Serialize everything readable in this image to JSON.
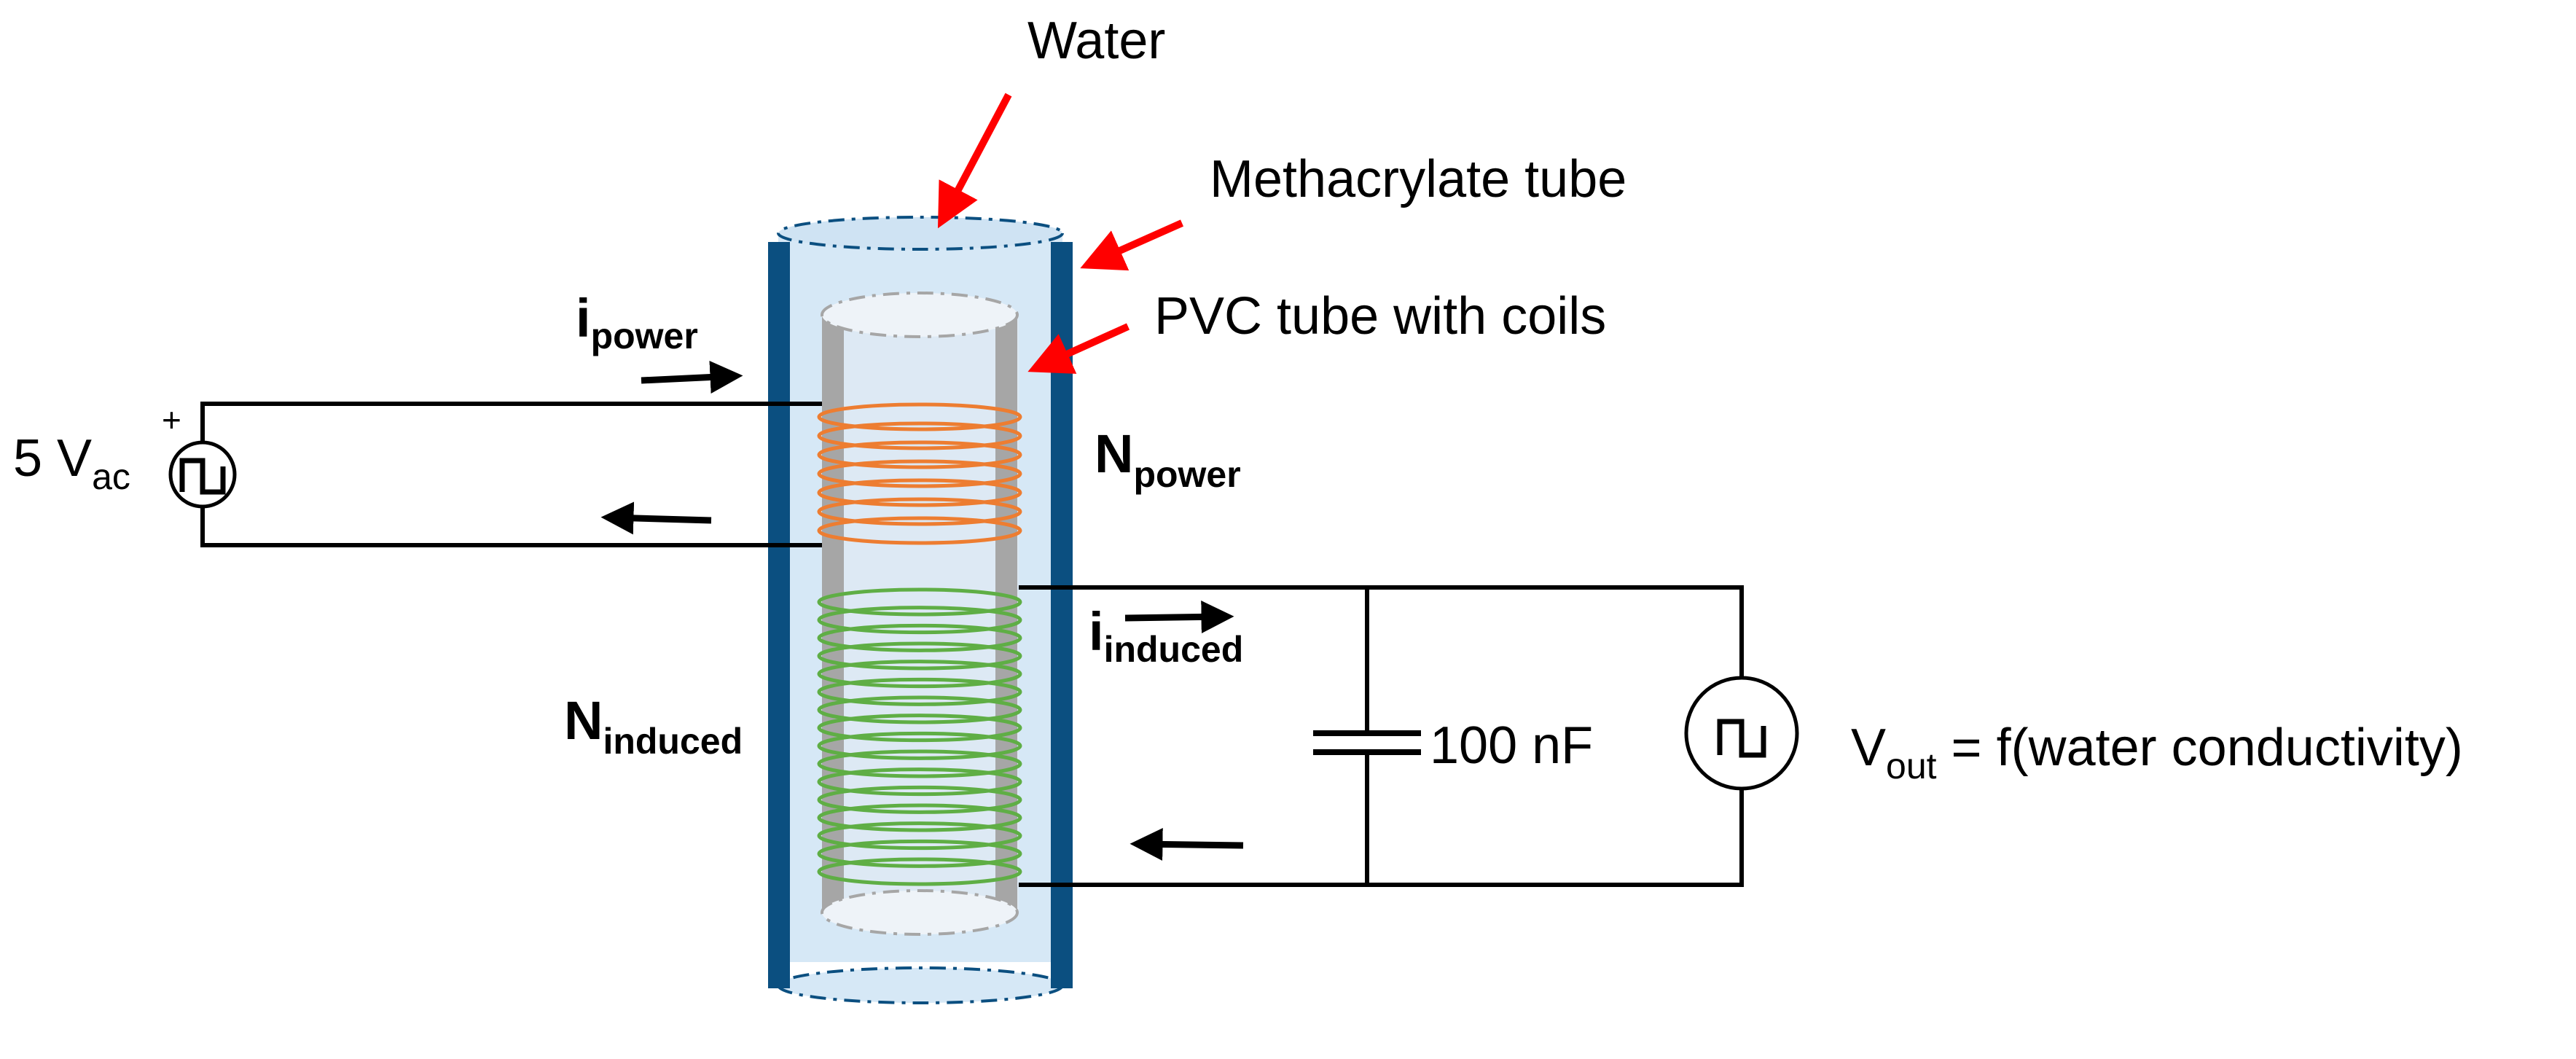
{
  "labels": {
    "water": "Water",
    "methacrylate_tube": "Methacrylate tube",
    "pvc_tube": "PVC tube with coils",
    "i_power_main": "i",
    "i_power_sub": "power",
    "n_power_main": "N",
    "n_power_sub": "power",
    "i_induced_main": "i",
    "i_induced_sub": "induced",
    "n_induced_main": "N",
    "n_induced_sub": "induced",
    "source_main": "5 V",
    "source_sub": "ac",
    "source_plus": "+",
    "capacitor": "100 nF",
    "vout_main": "V",
    "vout_sub": "out",
    "vout_rest": " = f(water conductivity)"
  },
  "colors": {
    "tube_wall": "#0b4f80",
    "water_fill": "#d6e8f6",
    "inner_tube": "#a6a6a6",
    "power_coil": "#ed7d31",
    "induced_coil": "#5fae45",
    "pointer_arrow": "#ff0000",
    "wire": "#000000"
  },
  "coils": {
    "power_turns": 7,
    "induced_turns": 16
  }
}
